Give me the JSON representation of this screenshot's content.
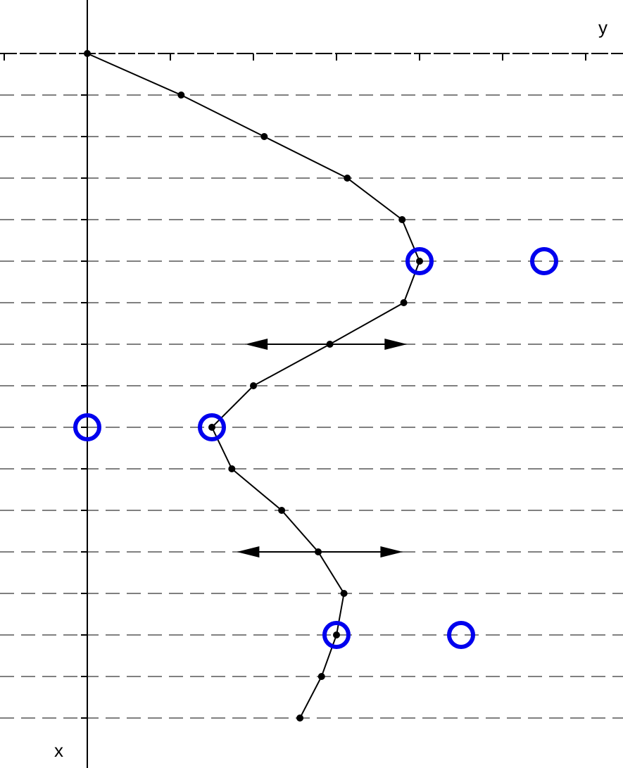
{
  "labels": {
    "vertical_axis": "x",
    "horizontal_axis": "y"
  },
  "colors": {
    "curve": "#000000",
    "guide": "#808080",
    "marker": "#0000ee",
    "background": "#ffffff"
  },
  "grid": {
    "horizontal_dashed_lines": true,
    "row_count": 16,
    "column_ticks": 7
  },
  "curve_points": [
    {
      "x": 0,
      "y": 0
    },
    {
      "x": 1,
      "y": 1.13
    },
    {
      "x": 2,
      "y": 2.13
    },
    {
      "x": 3,
      "y": 3.13
    },
    {
      "x": 4,
      "y": 3.79
    },
    {
      "x": 5,
      "y": 4.0
    },
    {
      "x": 6,
      "y": 3.81
    },
    {
      "x": 7,
      "y": 2.92
    },
    {
      "x": 8,
      "y": 2.0
    },
    {
      "x": 9,
      "y": 1.5
    },
    {
      "x": 10,
      "y": 1.74
    },
    {
      "x": 11,
      "y": 2.34
    },
    {
      "x": 12,
      "y": 2.78
    },
    {
      "x": 13,
      "y": 3.09
    },
    {
      "x": 14,
      "y": 3.0
    },
    {
      "x": 15,
      "y": 2.82
    },
    {
      "x": 16,
      "y": 2.56
    }
  ],
  "markers": [
    {
      "x": 5,
      "y": 4.0
    },
    {
      "x": 5,
      "y": 5.5
    },
    {
      "x": 9,
      "y": 0
    },
    {
      "x": 9,
      "y": 1.5
    },
    {
      "x": 14,
      "y": 3.0
    },
    {
      "x": 14,
      "y": 4.5
    }
  ],
  "double_arrows": [
    {
      "x": 7,
      "y_from": 1.9,
      "y_to": 3.85
    },
    {
      "x": 12,
      "y_from": 1.8,
      "y_to": 3.8
    }
  ]
}
